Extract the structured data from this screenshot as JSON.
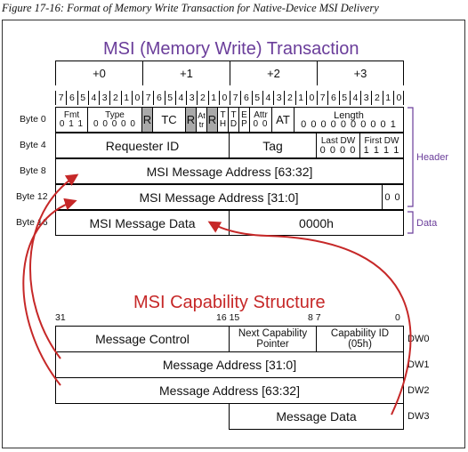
{
  "caption": "Figure 17-16: Format of Memory Write Transaction for Native-Device MSI Delivery",
  "tx": {
    "title": "MSI (Memory Write) Transaction",
    "byte_offsets": [
      "+0",
      "+1",
      "+2",
      "+3"
    ],
    "bits": [
      "7",
      "6",
      "5",
      "4",
      "3",
      "2",
      "1",
      "0"
    ],
    "row_labels": [
      "Byte 0",
      "Byte 4",
      "Byte 8",
      "Byte 12",
      "Byte 16"
    ],
    "fmt": {
      "name": "Fmt",
      "value": "0 1 1"
    },
    "type": {
      "name": "Type",
      "value": "0 0 0 0 0"
    },
    "r1": "R",
    "tc": "TC",
    "r2": "R",
    "attr_a": "At\ntr",
    "r3": "R",
    "th": "T\nH",
    "td": "T\nD",
    "ep": "E\nP",
    "attr_b": {
      "name": "Attr",
      "value": "0 0"
    },
    "at": "AT",
    "length": {
      "name": "Length",
      "value": "0 0 0 0 0 0 0 0 0 1"
    },
    "requester_id": "Requester ID",
    "tag": "Tag",
    "last_dw": {
      "name": "Last DW",
      "value": "0 0 0 0"
    },
    "first_dw": {
      "name": "First DW",
      "value": "1 1 1 1"
    },
    "addr_hi": "MSI Message Address [63:32]",
    "addr_lo": "MSI Message Address [31:0]",
    "addr_lo_tail": "0 0",
    "data": "MSI Message Data",
    "data_pad": "0000h",
    "header_label": "Header",
    "data_label": "Data"
  },
  "cap": {
    "title": "MSI Capability Structure",
    "bit_marks": [
      "31",
      "16 15",
      "8 7",
      "0"
    ],
    "message_control": "Message Control",
    "next_ptr": "Next Capability Pointer",
    "cap_id": "Capability ID (05h)",
    "addr_lo": "Message Address [31:0]",
    "addr_hi": "Message Address [63:32]",
    "msg_data": "Message Data",
    "dw_labels": [
      "DW0",
      "DW1",
      "DW2",
      "DW3"
    ]
  },
  "colors": {
    "purple": "#6a3d9a",
    "red": "#c62828",
    "gray": "#a9a9a9"
  }
}
